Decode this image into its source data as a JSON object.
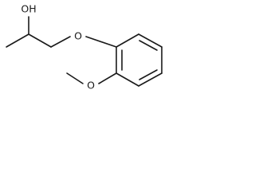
{
  "molecule": {
    "atom_labels": {
      "hydroxyl": "OH",
      "ether_oxygen": "O",
      "methoxy_oxygen": "O"
    }
  }
}
